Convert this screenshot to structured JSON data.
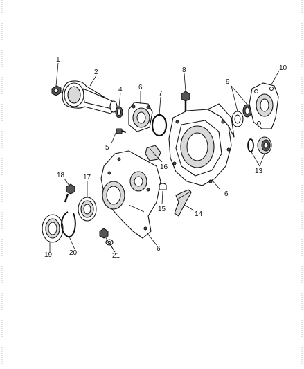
{
  "diagram": {
    "callouts": {
      "c1": "1",
      "c2": "2",
      "c4": "4",
      "c5": "5",
      "c6a": "6",
      "c6b": "6",
      "c6c": "6",
      "c7": "7",
      "c8": "8",
      "c9": "9",
      "c10": "10",
      "c13": "13",
      "c14": "14",
      "c15": "15",
      "c16": "16",
      "c17": "17",
      "c18": "18",
      "c19": "19",
      "c20": "20",
      "c21": "21"
    }
  }
}
